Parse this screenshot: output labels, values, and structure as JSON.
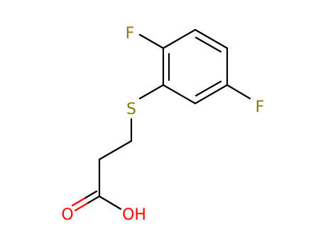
{
  "molecule": {
    "atoms": {
      "f_top": {
        "label": "F",
        "color": "#8b7a12"
      },
      "f_right": {
        "label": "F",
        "color": "#8b7a12"
      },
      "sulfur": {
        "label": "S",
        "color": "#808000"
      },
      "carbonyl_o": {
        "label": "O",
        "color": "#ff0000"
      },
      "hydroxyl": {
        "label": "OH",
        "color": "#ff0000"
      }
    },
    "bond_color": "#000000"
  }
}
